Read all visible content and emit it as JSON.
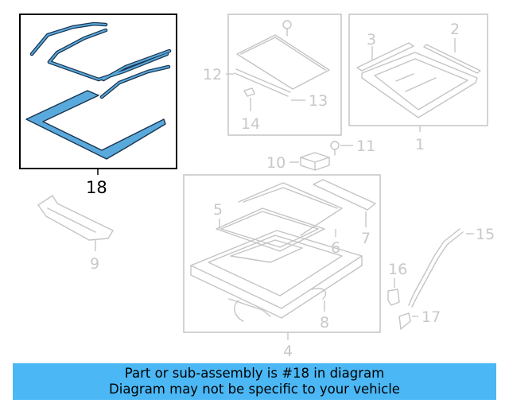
{
  "colors": {
    "highlight_fill": "#5aa9dc",
    "highlight_stroke": "#1a3550",
    "banner_background": "#4bb8f5",
    "ghost_parts": "#c4c4c4"
  },
  "callouts": {
    "c1": "1",
    "c2": "2",
    "c3": "3",
    "c4": "4",
    "c5": "5",
    "c6": "6",
    "c7": "7",
    "c8": "8",
    "c9": "9",
    "c10": "10",
    "c11": "11",
    "c12": "12",
    "c13": "13",
    "c14": "14",
    "c15": "15",
    "c16": "16",
    "c17": "17",
    "c18": "18"
  },
  "banner": {
    "line1": "Part or sub-assembly is #18 in diagram",
    "line2": "Diagram may not be specific to your vehicle"
  }
}
